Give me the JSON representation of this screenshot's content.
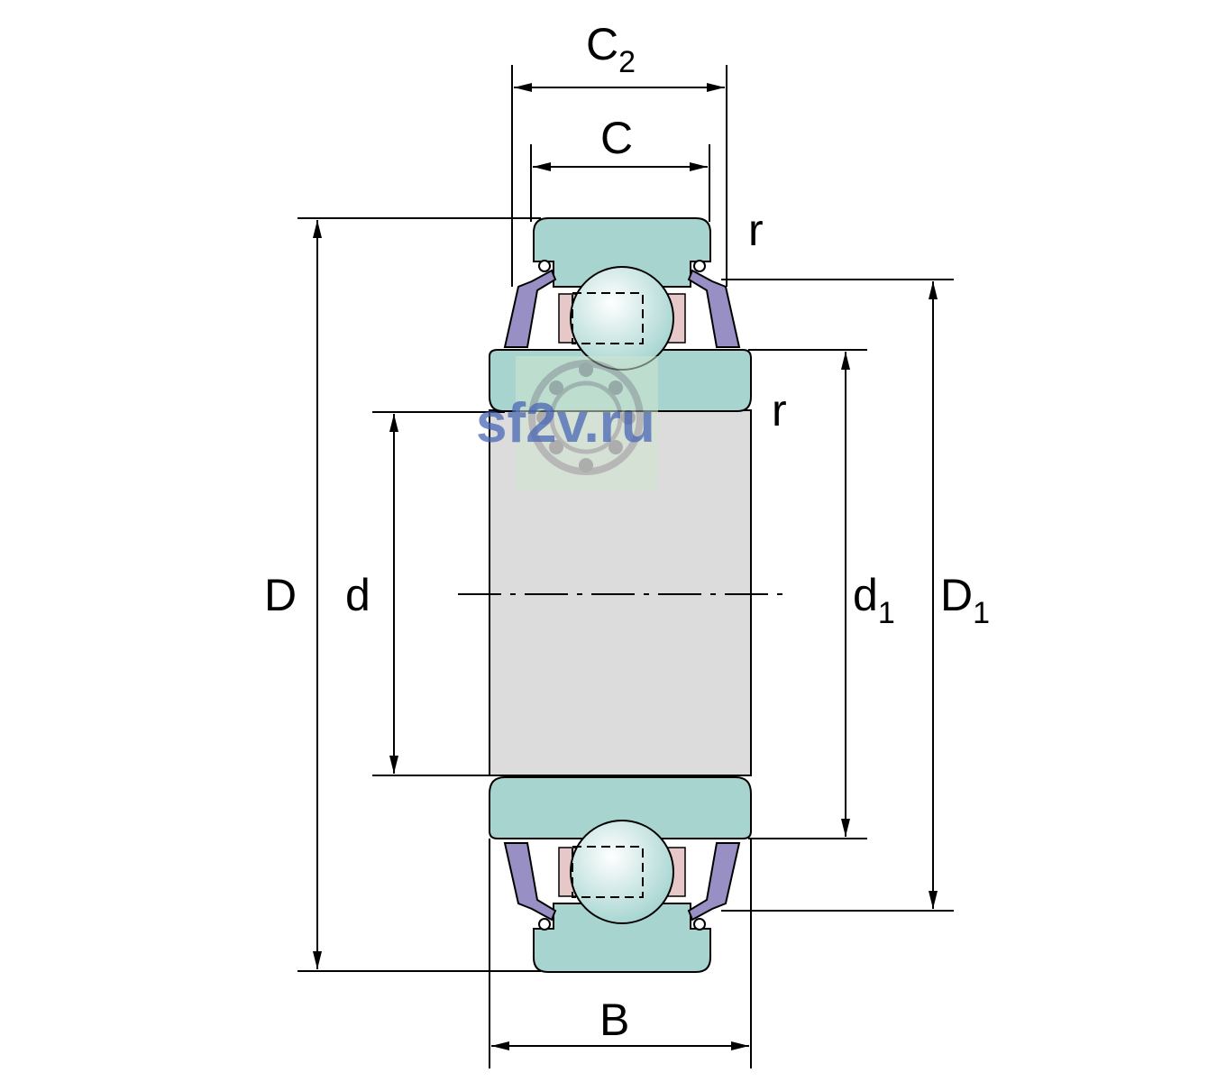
{
  "labels": {
    "C2": {
      "main": "C",
      "sub": "2"
    },
    "C": "C",
    "r_top": "r",
    "r_mid": "r",
    "D": "D",
    "d": "d",
    "d1": {
      "main": "d",
      "sub": "1"
    },
    "D1": {
      "main": "D",
      "sub": "1"
    },
    "B": "B"
  },
  "watermark": "sf2v.ru",
  "colors": {
    "ring": "#a8d4d0",
    "bore": "#dcdcdc",
    "ball": "#dff1f1",
    "seal": "#9890c4",
    "cage": "#e6c8c8",
    "line": "#000000"
  }
}
